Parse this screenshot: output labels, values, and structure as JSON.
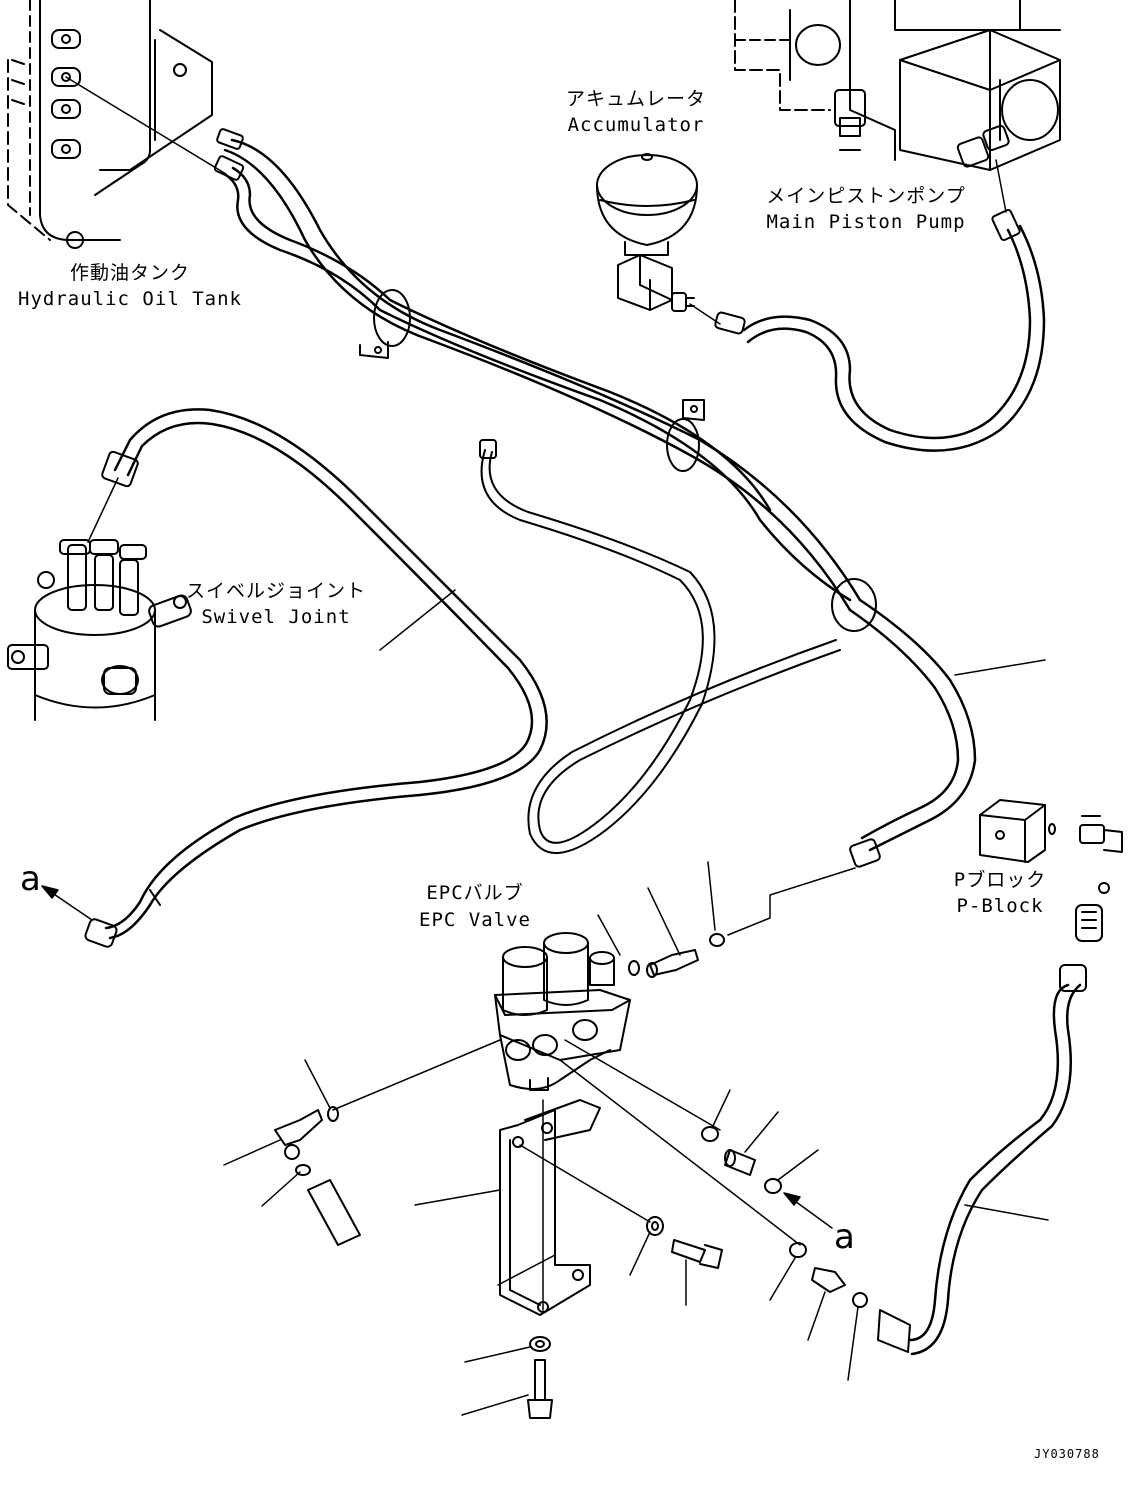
{
  "labels": {
    "hydraulic_oil_tank": {
      "jp": "作動油タンク",
      "en": "Hydraulic Oil Tank"
    },
    "accumulator": {
      "jp": "アキュムレータ",
      "en": "Accumulator"
    },
    "main_piston_pump": {
      "jp": "メインピストンポンプ",
      "en": "Main Piston Pump"
    },
    "swivel_joint": {
      "jp": "スイベルジョイント",
      "en": "Swivel Joint"
    },
    "epc_valve": {
      "jp": "EPCバルブ",
      "en": "EPC Valve"
    },
    "p_block": {
      "jp": "Pブロック",
      "en": "P-Block"
    }
  },
  "markers": {
    "left": "a",
    "right": "a"
  },
  "drawing_code": "JY030788",
  "colors": {
    "line": "#000000",
    "background": "#ffffff"
  }
}
